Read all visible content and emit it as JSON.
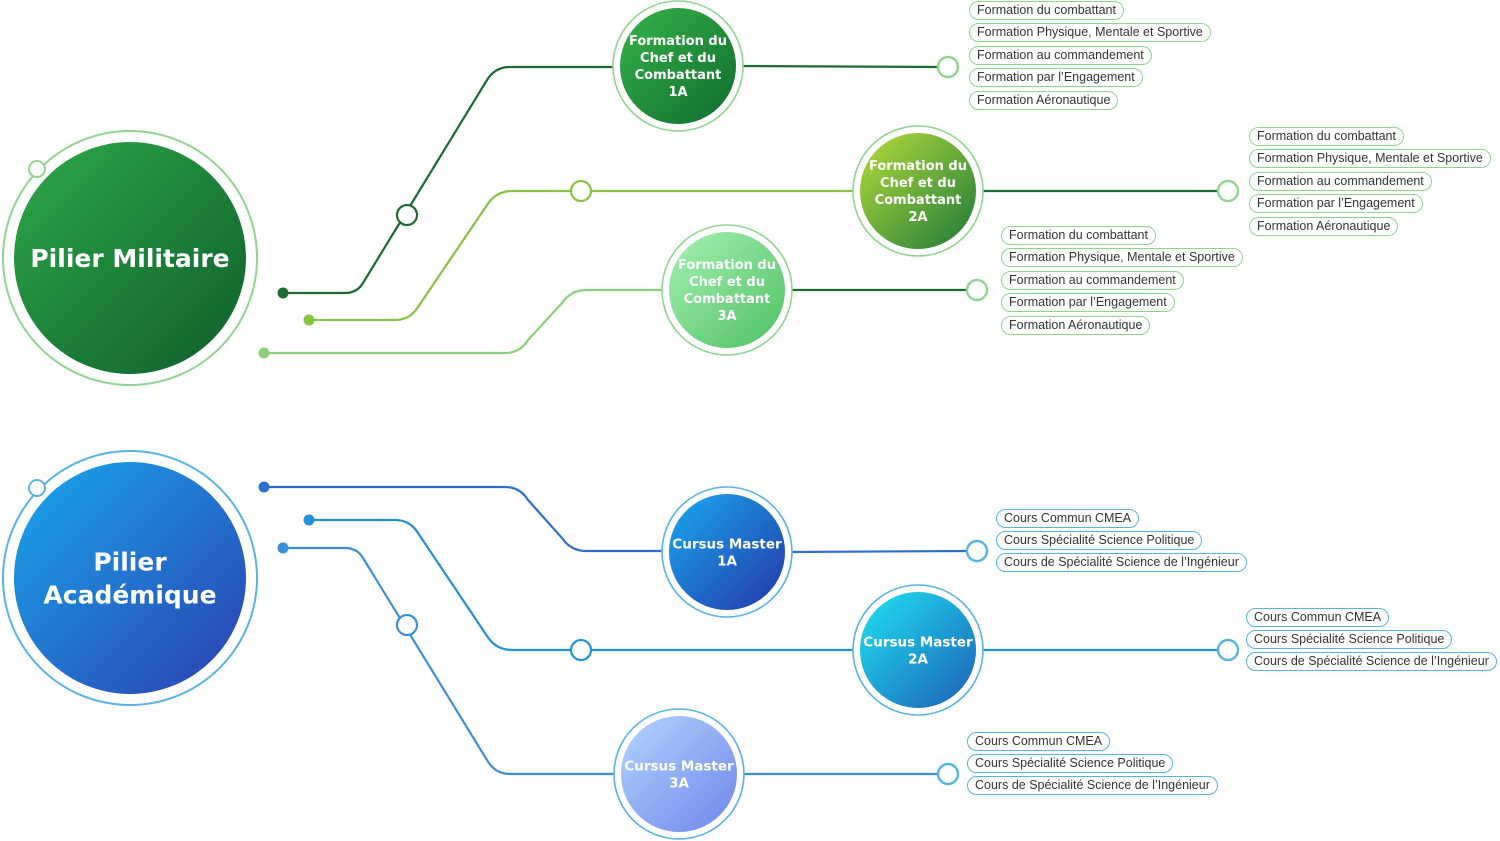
{
  "pillars": [
    {
      "id": "mil",
      "label_lines": [
        "Pilier Militaire"
      ],
      "colors": [
        "#2ea84a",
        "#0e5e2a"
      ],
      "ring_color": "#8fd48f",
      "children": [
        {
          "label_lines": [
            "Formation du",
            "Chef et du",
            "Combattant",
            "1A"
          ],
          "colors": [
            "#37b34a",
            "#0f6b2d"
          ],
          "items": [
            "Formation du combattant",
            "Formation Physique, Mentale et Sportive",
            "Formation au commandement",
            "Formation par l’Engagement",
            "Formation Aéronautique"
          ]
        },
        {
          "label_lines": [
            "Formation du",
            "Chef et du",
            "Combattant",
            "2A"
          ],
          "colors": [
            "#b6dc3a",
            "#1c7a3a"
          ],
          "items": [
            "Formation du combattant",
            "Formation Physique, Mentale et Sportive",
            "Formation au commandement",
            "Formation par l’Engagement",
            "Formation Aéronautique"
          ]
        },
        {
          "label_lines": [
            "Formation du",
            "Chef et du",
            "Combattant",
            "3A"
          ],
          "colors": [
            "#a5f2b3",
            "#4fbf63"
          ],
          "items": [
            "Formation du combattant",
            "Formation Physique, Mentale et Sportive",
            "Formation au commandement",
            "Formation par l’Engagement",
            "Formation Aéronautique"
          ]
        }
      ]
    },
    {
      "id": "aca",
      "label_lines": [
        "Pilier",
        "Académique"
      ],
      "colors": [
        "#19a8ee",
        "#2b3fae"
      ],
      "ring_color": "#54b4e6",
      "children": [
        {
          "label_lines": [
            "Cursus Master",
            "1A"
          ],
          "colors": [
            "#1ba9ee",
            "#2436a8"
          ],
          "items": [
            "Cours Commun CMEA",
            "Cours Spécialité Science Politique",
            "Cours de Spécialité Science de l’Ingénieur"
          ]
        },
        {
          "label_lines": [
            "Cursus Master",
            "2A"
          ],
          "colors": [
            "#1de3f0",
            "#1f5fb8"
          ],
          "items": [
            "Cours Commun CMEA",
            "Cours Spécialité Science Politique",
            "Cours de Spécialité Science de l’Ingénieur"
          ]
        },
        {
          "label_lines": [
            "Cursus Master",
            "3A"
          ],
          "colors": [
            "#b4d4ff",
            "#6f86e8"
          ],
          "items": [
            "Cours Commun CMEA",
            "Cours Spécialité Science Politique",
            "Cours de Spécialité Science de l’Ingénieur"
          ]
        }
      ]
    }
  ]
}
